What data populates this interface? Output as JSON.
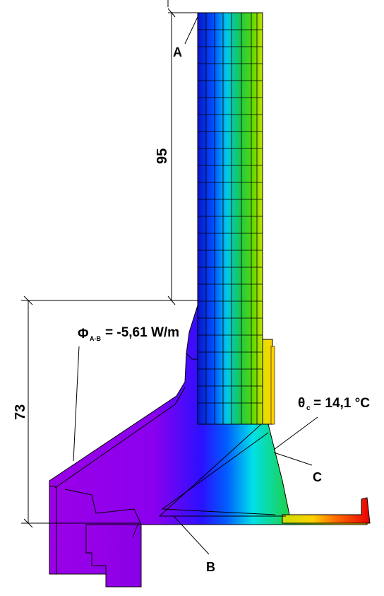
{
  "diagram": {
    "points": {
      "a": "A",
      "b": "B",
      "c": "C"
    },
    "dimensions": {
      "upper": "95",
      "lower": "73"
    },
    "flux": {
      "symbol": "Φ",
      "subscript": "A-B",
      "value": "= -5,61 W/m"
    },
    "temperature": {
      "symbol": "θ",
      "subscript": "c",
      "value": "= 14,1 °C"
    },
    "colors": {
      "cold": "#9a00e6",
      "mid_blue": "#0022ff",
      "cyan": "#00e5e5",
      "green": "#22cc22",
      "yellow": "#ffee00",
      "red": "#ee0000",
      "outline": "#000000"
    }
  }
}
